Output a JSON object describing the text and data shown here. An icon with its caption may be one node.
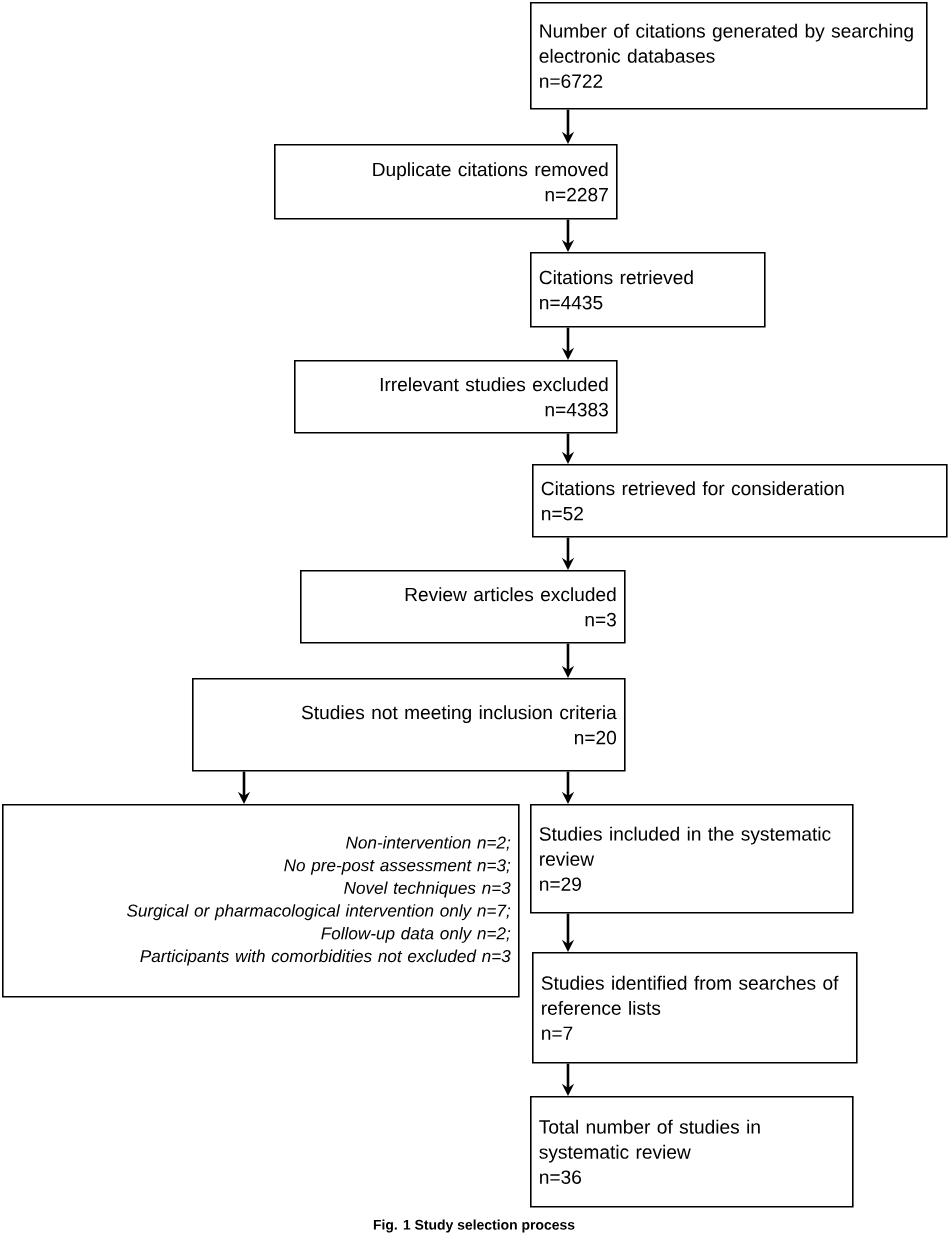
{
  "diagram": {
    "caption": "Fig. 1 Study selection process",
    "nodes": [
      {
        "text": [
          "Number of citations generated by searching electronic databases",
          "n=6722"
        ]
      },
      {
        "text": [
          "Duplicate citations removed",
          "n=2287"
        ]
      },
      {
        "text": [
          "Citations retrieved",
          "n=4435"
        ]
      },
      {
        "text": [
          "Irrelevant studies excluded",
          "n=4383"
        ]
      },
      {
        "text": [
          "Citations retrieved for consideration",
          "n=52"
        ]
      },
      {
        "text": [
          "Review articles excluded",
          "n=3"
        ]
      },
      {
        "text": [
          "Studies not meeting inclusion criteria",
          "n=20"
        ]
      },
      {
        "text": [
          "Non-intervention n=2;",
          "No pre-post assessment n=3;",
          "Novel techniques n=3",
          "Surgical or pharmacological intervention only n=7;",
          "Follow-up data only n=2;",
          "Participants with comorbidities not excluded n=3"
        ]
      },
      {
        "text": [
          "Studies included in the systematic review",
          "n=29"
        ]
      },
      {
        "text": [
          "Studies identified from searches of reference lists",
          "n=7"
        ]
      },
      {
        "text": [
          "Total number of studies in systematic review",
          "n=36"
        ]
      }
    ],
    "edges": [
      {
        "from": 0,
        "to": 1,
        "arrow": "to"
      },
      {
        "from": 1,
        "to": 2,
        "arrow": "to"
      },
      {
        "from": 2,
        "to": 3,
        "arrow": "to"
      },
      {
        "from": 3,
        "to": 4,
        "arrow": "to"
      },
      {
        "from": 4,
        "to": 5,
        "arrow": "to"
      },
      {
        "from": 5,
        "to": 6,
        "arrow": "to"
      },
      {
        "from": 6,
        "to": 7,
        "arrow": "to"
      },
      {
        "from": 6,
        "to": 8,
        "arrow": "to"
      },
      {
        "from": 8,
        "to": 9,
        "arrow": "to"
      },
      {
        "from": 9,
        "to": 10,
        "arrow": "to"
      }
    ]
  }
}
